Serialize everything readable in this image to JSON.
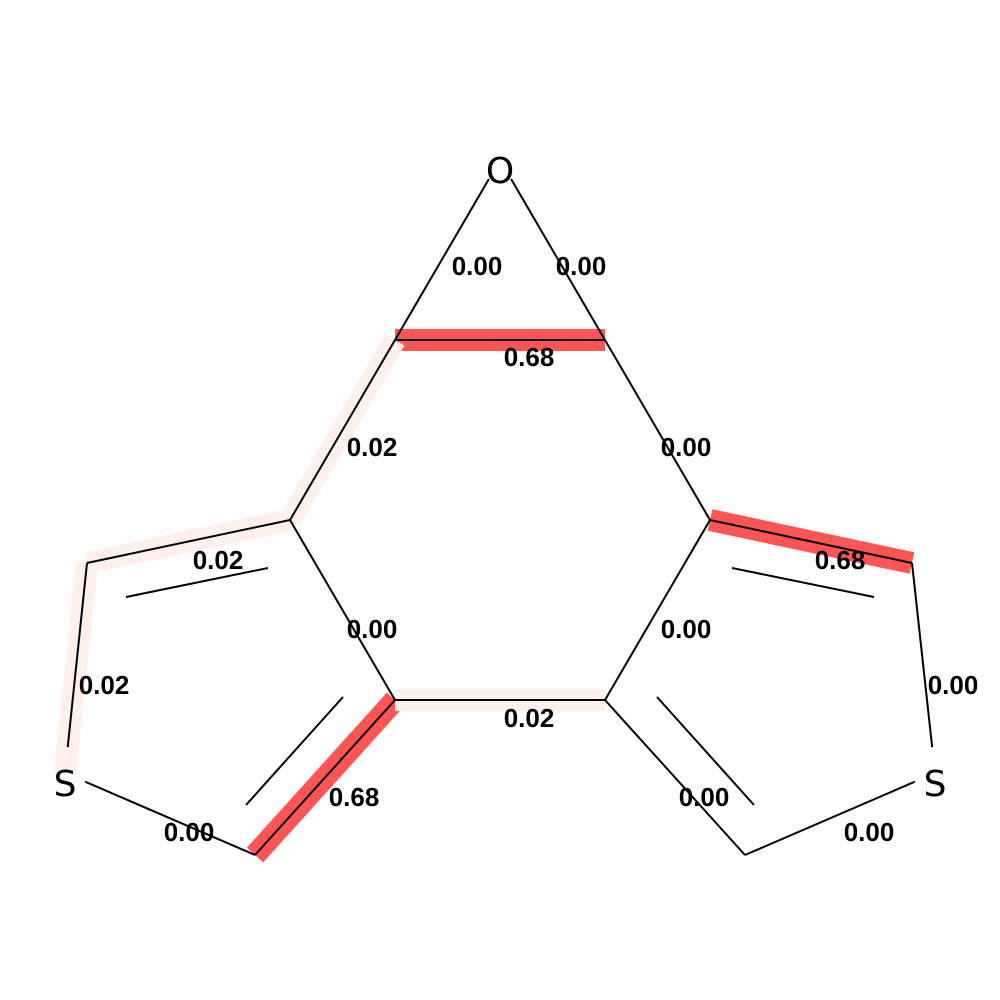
{
  "atoms": [
    {
      "id": "O1",
      "symbol": "O"
    },
    {
      "id": "S1",
      "symbol": "S"
    },
    {
      "id": "S2",
      "symbol": "S"
    }
  ],
  "bonds": [
    {
      "id": "O1-C1",
      "weight": "0.00",
      "value": 0.0
    },
    {
      "id": "O1-C2",
      "weight": "0.00",
      "value": 0.0
    },
    {
      "id": "C1-C2",
      "weight": "0.68",
      "value": 0.68
    },
    {
      "id": "C1-C3",
      "weight": "0.02",
      "value": 0.02
    },
    {
      "id": "C2-C4",
      "weight": "0.00",
      "value": 0.0
    },
    {
      "id": "C3-C5",
      "weight": "0.02",
      "value": 0.02
    },
    {
      "id": "C5-S1",
      "weight": "0.02",
      "value": 0.02
    },
    {
      "id": "S1-C6",
      "weight": "0.00",
      "value": 0.0
    },
    {
      "id": "C6-C7",
      "weight": "0.68",
      "value": 0.68
    },
    {
      "id": "C3-C7",
      "weight": "0.00",
      "value": 0.0
    },
    {
      "id": "C7-C8",
      "weight": "0.02",
      "value": 0.02
    },
    {
      "id": "C4-C8",
      "weight": "0.00",
      "value": 0.0
    },
    {
      "id": "C4-C9",
      "weight": "0.68",
      "value": 0.68
    },
    {
      "id": "C9-S2",
      "weight": "0.00",
      "value": 0.0
    },
    {
      "id": "S2-C10",
      "weight": "0.00",
      "value": 0.0
    },
    {
      "id": "C8-C10",
      "weight": "0.00",
      "value": 0.0
    }
  ],
  "colors": {
    "highlight": "#ff5555",
    "faint_highlight": "#fff0ee",
    "bond": "#000000"
  }
}
